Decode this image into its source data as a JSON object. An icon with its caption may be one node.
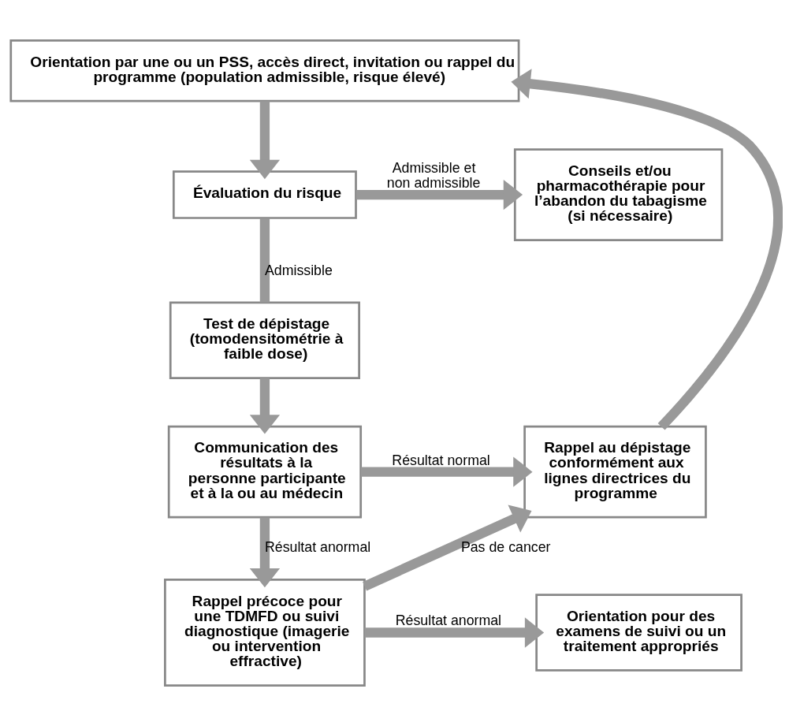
{
  "diagram": {
    "nodes": [
      {
        "text": [
          "Orientation par une ou un PSS, accès direct, invitation ou rappel du programme (population admissible, risque élevé)"
        ]
      },
      {
        "text": [
          "Évaluation du risque"
        ]
      },
      {
        "text": [
          "Conseils et/ou pharmacothérapie pour l’abandon du tabagisme (si nécessaire)"
        ]
      },
      {
        "text": [
          "Test de dépistage (tomodensitométrie à faible dose)"
        ]
      },
      {
        "text": [
          "Communication des résultats à la personne participante et à la ou au médecin"
        ]
      },
      {
        "text": [
          "Rappel au dépistage conformément aux lignes directrices du programme"
        ]
      },
      {
        "text": [
          "Rappel précoce pour une TDMFD ou suivi diagnostique (imagerie ou intervention effractive)"
        ]
      },
      {
        "text": [
          "Orientation pour des examens de suivi ou un traitement appropriés"
        ]
      }
    ],
    "edges": [
      {
        "from": 0,
        "to": 1,
        "arrow": "to"
      },
      {
        "from": 1,
        "to": 2,
        "arrow": "to",
        "label": "Admissible et non admissible"
      },
      {
        "from": 1,
        "to": 3,
        "arrow": "none",
        "label": "Admissible"
      },
      {
        "from": 3,
        "to": 4,
        "arrow": "to"
      },
      {
        "from": 4,
        "to": 5,
        "arrow": "to",
        "label": "Résultat normal"
      },
      {
        "from": 4,
        "to": 6,
        "arrow": "to",
        "label": "Résultat anormal"
      },
      {
        "from": 6,
        "to": 5,
        "arrow": "to",
        "label": "Pas de cancer"
      },
      {
        "from": 6,
        "to": 7,
        "arrow": "to",
        "label": "Résultat anormal"
      },
      {
        "from": 5,
        "to": 0,
        "arrow": "to"
      }
    ]
  }
}
